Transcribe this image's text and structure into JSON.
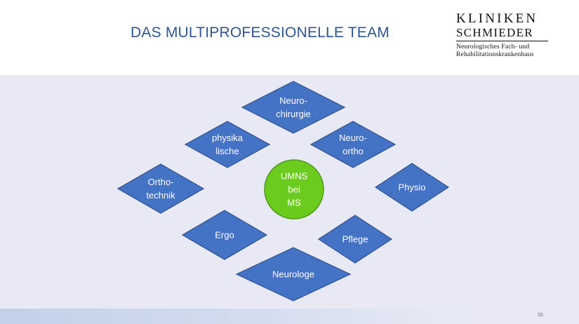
{
  "slide": {
    "title": "DAS MULTIPROFESSIONELLE TEAM",
    "page_number": "20"
  },
  "logo": {
    "line1": "KLINIKEN",
    "line2": "SCHMIEDER",
    "sub1": "Neurologisches Fach- und",
    "sub2": "Rehabilitationskrankenhaus"
  },
  "colors": {
    "title": "#2f5597",
    "diamond_fill": "#4472c4",
    "diamond_stroke": "#2f528f",
    "center_fill": "#6ccc1e",
    "center_stroke": "#4e9a17",
    "content_bg": "#e9e9f5"
  },
  "diagram": {
    "center": {
      "lines": [
        "UMNS",
        "bei",
        "MS"
      ]
    },
    "nodes": [
      {
        "id": "neurochirurgie",
        "lines": [
          "Neuro-",
          "chirurgie"
        ]
      },
      {
        "id": "physikalische",
        "lines": [
          "physika",
          "lische"
        ]
      },
      {
        "id": "neuroortho",
        "lines": [
          "Neuro-",
          "ortho"
        ]
      },
      {
        "id": "orthotechnik",
        "lines": [
          "Ortho-",
          "technik"
        ]
      },
      {
        "id": "physio",
        "lines": [
          "Physio"
        ]
      },
      {
        "id": "ergo",
        "lines": [
          "Ergo"
        ]
      },
      {
        "id": "pflege",
        "lines": [
          "Pflege"
        ]
      },
      {
        "id": "neurologe",
        "lines": [
          "Neurologe"
        ]
      }
    ]
  }
}
